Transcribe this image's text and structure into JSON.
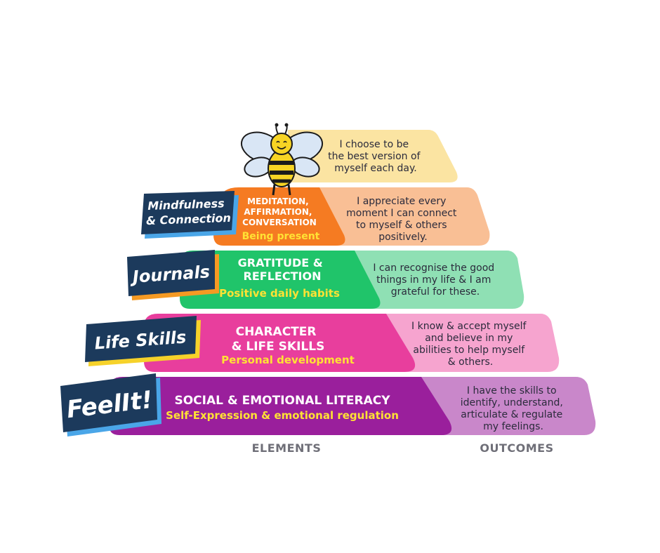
{
  "colors": {
    "tier1_outcome": "#fbe4a2",
    "tier2_element": "#f57b22",
    "tier2_outcome": "#f9bf95",
    "tier3_element": "#20c46a",
    "tier3_outcome": "#8fe0b4",
    "tier4_element": "#e83e9d",
    "tier4_outcome": "#f6a4cf",
    "tier5_element": "#9a1f9c",
    "tier5_outcome": "#c987ca",
    "badge_bg": "#1c3a5c",
    "badge_accent_pink": "#e8409a",
    "badge_accent_orange": "#f59a23",
    "badge_accent_blue": "#4aa6e8",
    "badge_accent_yellow": "#f6d22a",
    "element_subtitle": "#ffe234",
    "bee_body": "#f7d424"
  },
  "tier1": {
    "outcome_lines": [
      "I choose to be",
      "the best version of",
      "myself each day."
    ],
    "mascot_icon": "bee-mascot"
  },
  "tier2": {
    "badge_lines": [
      "Mindfulness",
      "& Connection"
    ],
    "element_lines": [
      "MEDITATION,",
      "AFFIRMATION,",
      "CONVERSATION"
    ],
    "element_sub": "Being present",
    "outcome_lines": [
      "I appreciate every",
      "moment I can connect",
      "to myself & others",
      "positively."
    ]
  },
  "tier3": {
    "badge_lines": [
      "Journals"
    ],
    "element_lines": [
      "GRATITUDE &",
      "REFLECTION"
    ],
    "element_sub": "Positive daily habits",
    "outcome_lines": [
      "I can recognise the good",
      "things in my life & I am",
      "grateful for these."
    ]
  },
  "tier4": {
    "badge_lines": [
      "Life Skills"
    ],
    "element_lines": [
      "CHARACTER",
      "& LIFE SKILLS"
    ],
    "element_sub": "Personal development",
    "outcome_lines": [
      "I know & accept myself",
      "and believe in my",
      "abilities to help myself",
      "& others."
    ]
  },
  "tier5": {
    "badge_lines": [
      "FeelIt!"
    ],
    "element_lines": [
      "SOCIAL & EMOTIONAL LITERACY"
    ],
    "element_sub": "Self-Expression & emotional regulation",
    "outcome_lines": [
      "I have the skills to",
      "identify, understand,",
      "articulate & regulate",
      "my feelings."
    ]
  },
  "footer": {
    "elements_label": "ELEMENTS",
    "outcomes_label": "OUTCOMES"
  }
}
